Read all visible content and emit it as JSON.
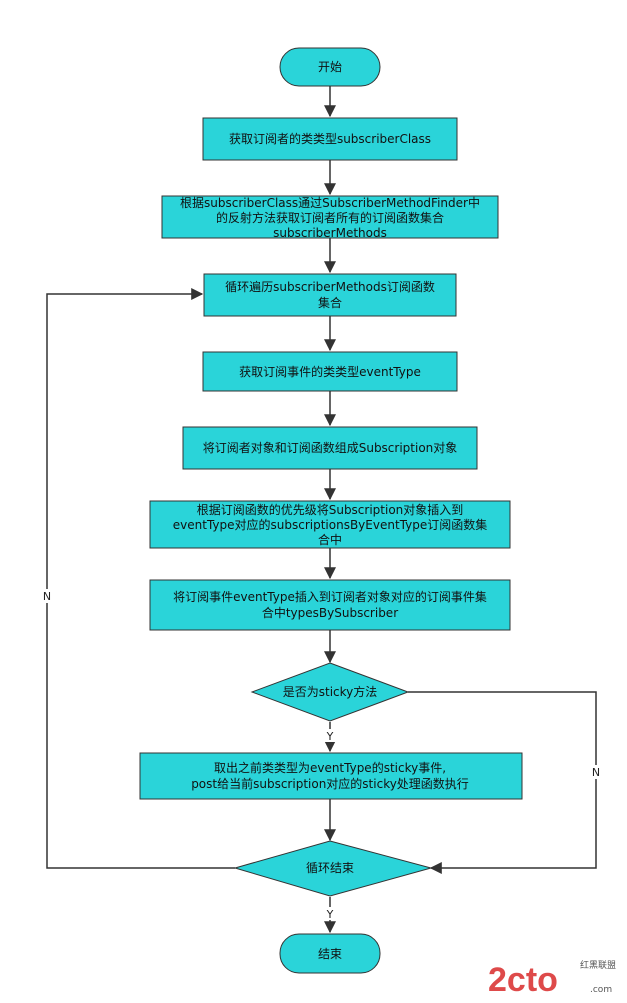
{
  "colors": {
    "node_fill": "#2ad4d9",
    "node_stroke": "#333333",
    "edge": "#333333",
    "watermark_red": "#d92b2b",
    "watermark_gray": "#555555"
  },
  "nodes": {
    "start": "开始",
    "get_class": "获取订阅者的类类型subscriberClass",
    "find_methods": [
      "根据subscriberClass通过SubscriberMethodFinder中",
      "的反射方法获取订阅者所有的订阅函数集合",
      "subscriberMethods"
    ],
    "loop_methods": [
      "循环遍历subscriberMethods订阅函数",
      "集合"
    ],
    "get_event_type": "获取订阅事件的类类型eventType",
    "make_subscription": "将订阅者对象和订阅函数组成Subscription对象",
    "insert_subscription": [
      "根据订阅函数的优先级将Subscription对象插入到",
      "eventType对应的subscriptionsByEventType订阅函数集",
      "合中"
    ],
    "insert_type": [
      "将订阅事件eventType插入到订阅者对象对应的订阅事件集",
      "合中typesBySubscriber"
    ],
    "is_sticky": "是否为sticky方法",
    "post_sticky": [
      "取出之前类类型为eventType的sticky事件,",
      "post给当前subscription对应的sticky处理函数执行"
    ],
    "loop_end": "循环结束",
    "end": "结束"
  },
  "edge_labels": {
    "sticky_yes": "Y",
    "sticky_no": "N",
    "loop_no": "N",
    "loop_yes": "Y"
  },
  "watermark": {
    "brand": "2cto",
    "cn": "红黑联盟",
    "domain": ".com"
  }
}
